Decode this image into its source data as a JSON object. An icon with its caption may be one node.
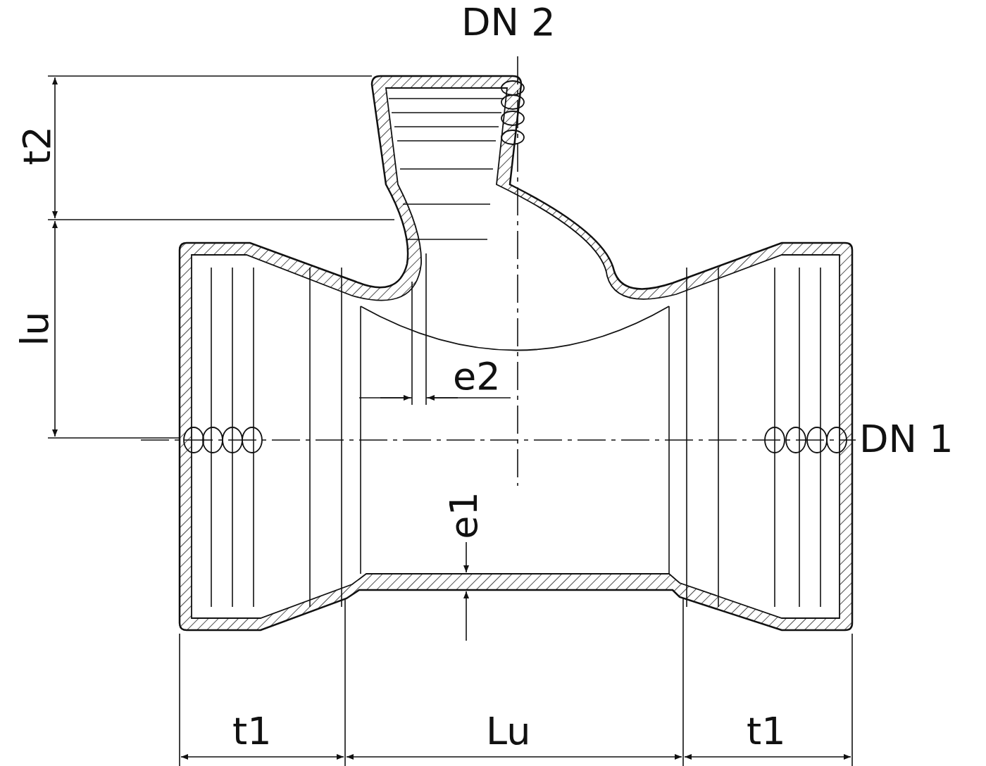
{
  "diagram": {
    "labels": [
      "DN 2",
      "t2",
      "lu",
      "e2",
      "DN 1",
      "e1",
      "t1",
      "Lu",
      "t1"
    ]
  }
}
